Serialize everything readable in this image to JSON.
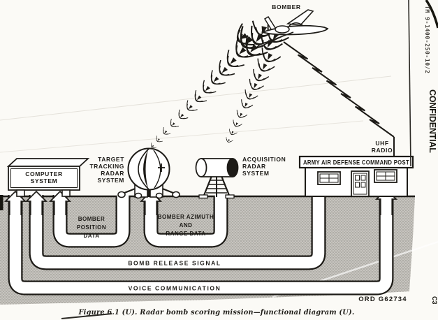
{
  "margin": {
    "doc_number": "TM 9-1400-250-10/2",
    "classification": "CONFIDENTIAL",
    "change_mark": "C3"
  },
  "figure": {
    "caption": "Figure 6.1 (U). Radar bomb scoring mission—functional diagram (U).",
    "ord_number": "ORD G62734"
  },
  "labels": {
    "bomber": "BOMBER",
    "uhf_radio": [
      "UHF",
      "RADIO"
    ],
    "command_post": "ARMY AIR DEFENSE COMMAND POST",
    "computer": [
      "COMPUTER",
      "SYSTEM"
    ],
    "tracking_radar": [
      "TARGET",
      "TRACKING",
      "RADAR",
      "SYSTEM"
    ],
    "acquisition_radar": [
      "ACQUISITION",
      "RADAR",
      "SYSTEM"
    ]
  },
  "signals": {
    "bomber_position": [
      "BOMBER",
      "POSITION",
      "DATA"
    ],
    "bomber_azimuth": [
      "BOMBER AZIMUTH",
      "AND",
      "RANGE DATA"
    ],
    "bomb_release": "BOMB RELEASE SIGNAL",
    "voice": "VOICE COMMUNICATION"
  },
  "colors": {
    "ink": "#1d1b17",
    "paper": "#fbfaf6",
    "ground": "#c6c4bf"
  }
}
